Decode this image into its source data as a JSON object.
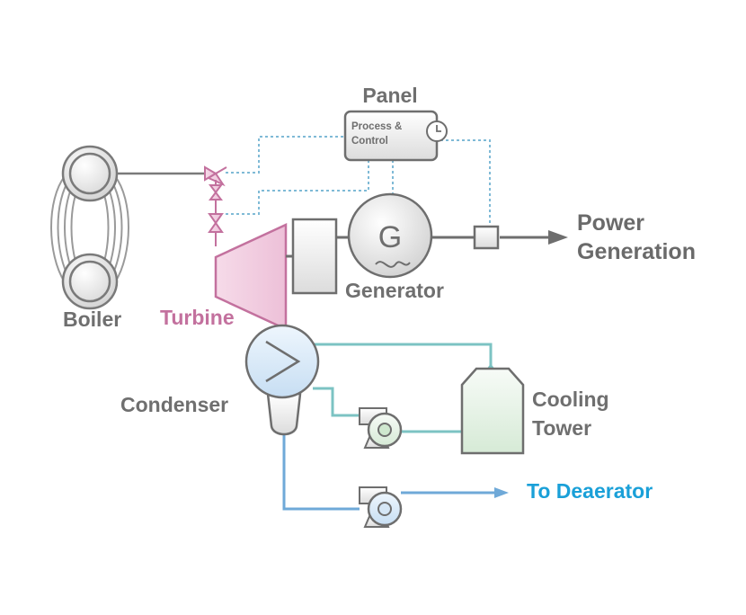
{
  "labels": {
    "panel": "Panel",
    "panel_line1": "Process &",
    "panel_line2": "Control",
    "generator_symbol": "G",
    "generator": "Generator",
    "power_line1": "Power",
    "power_line2": "Generation",
    "boiler": "Boiler",
    "turbine": "Turbine",
    "condenser": "Condenser",
    "cooling_line1": "Cooling",
    "cooling_line2": "Tower",
    "deaerator": "To Deaerator"
  },
  "colors": {
    "gray": "#6f6f6f",
    "turbine_pink": "#c3719e",
    "deaerator_blue": "#1aa0d8",
    "teal_pipe": "#7cc3c3",
    "blue_pipe": "#6fa9d8",
    "control_dotted": "#7fbad6"
  }
}
